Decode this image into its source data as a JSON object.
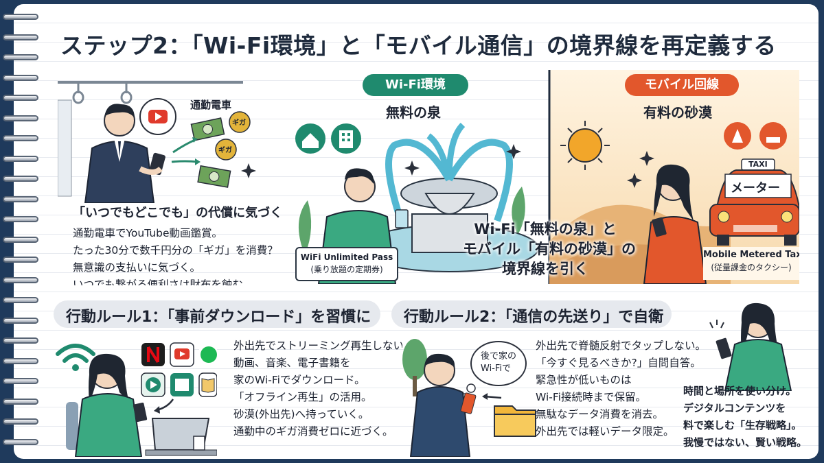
{
  "title": "ステップ2：「Wi-Fi環境」と「モバイル通信」の境界線を再定義する",
  "commute": {
    "train_label": "通勤電車",
    "giga_coin": "ギガ",
    "heading": "「いつでもどこでも」の代償に気づく",
    "lines": [
      "通勤電車でYouTube動画鑑賞。",
      "たった30分で数千円分の「ギガ」を消費？",
      "無意識の支払いに気づく。",
      "いつでも繋がる便利さは財布を蝕む。"
    ]
  },
  "wifi": {
    "pill": "Wi-Fi環境",
    "subtitle": "無料の泉",
    "pass_line1": "WiFi Unlimited Pass",
    "pass_line2": "(乗り放題の定期券)"
  },
  "mobile": {
    "pill": "モバイル回線",
    "subtitle": "有料の砂漠",
    "taxi_sign": "TAXI",
    "meter": "メーター",
    "taxi_line1": "Mobile Metered Taxi",
    "taxi_line2": "(従量課金のタクシー)"
  },
  "center_caption": {
    "line1": "Wi-Fi「無料の泉」と",
    "line2": "モバイル「有料の砂漠」の",
    "line3": "境界線を引く"
  },
  "rule1": {
    "heading": "行動ルール1：「事前ダウンロード」を習慣に",
    "lines": [
      "外出先でストリーミング再生しない。",
      "動画、音楽、電子書籍を",
      "家のWi-Fiでダウンロード。",
      "「オフライン再生」の活用。",
      "砂漠(外出先)へ持っていく。",
      "通勤中のギガ消費ゼロに近づく。"
    ]
  },
  "rule2": {
    "heading": "行動ルール2：「通信の先送り」で自衛",
    "bubble_line1": "後で家の",
    "bubble_line2": "Wi-Fiで",
    "lines": [
      "外出先で脊髄反射でタップしない。",
      "「今すぐ見るべきか?」自問自答。",
      "緊急性が低いものは",
      "Wi-Fi接続時まで保留。",
      "無駄なデータ消費を消去。",
      "外出先では軽いデータ限定。"
    ],
    "closing": [
      "時間と場所を使い分け。",
      "デジタルコンテンツを",
      "料で楽しむ「生存戦略」。",
      "我慢ではない、賢い戦略。"
    ]
  },
  "colors": {
    "wifi_green": "#1f8a6e",
    "mobile_orange": "#e2572c",
    "desert_bg": "#fbe6c6",
    "title_navy": "#1f2b3d"
  },
  "icons": [
    "wifi-icon",
    "netflix-icon",
    "youtube-icon",
    "spotify-icon",
    "play-icon",
    "ebook-icon",
    "book-icon",
    "house-icon",
    "building-icon",
    "tree-icon",
    "fire-icon",
    "folder-icon",
    "sparkle-icon"
  ]
}
